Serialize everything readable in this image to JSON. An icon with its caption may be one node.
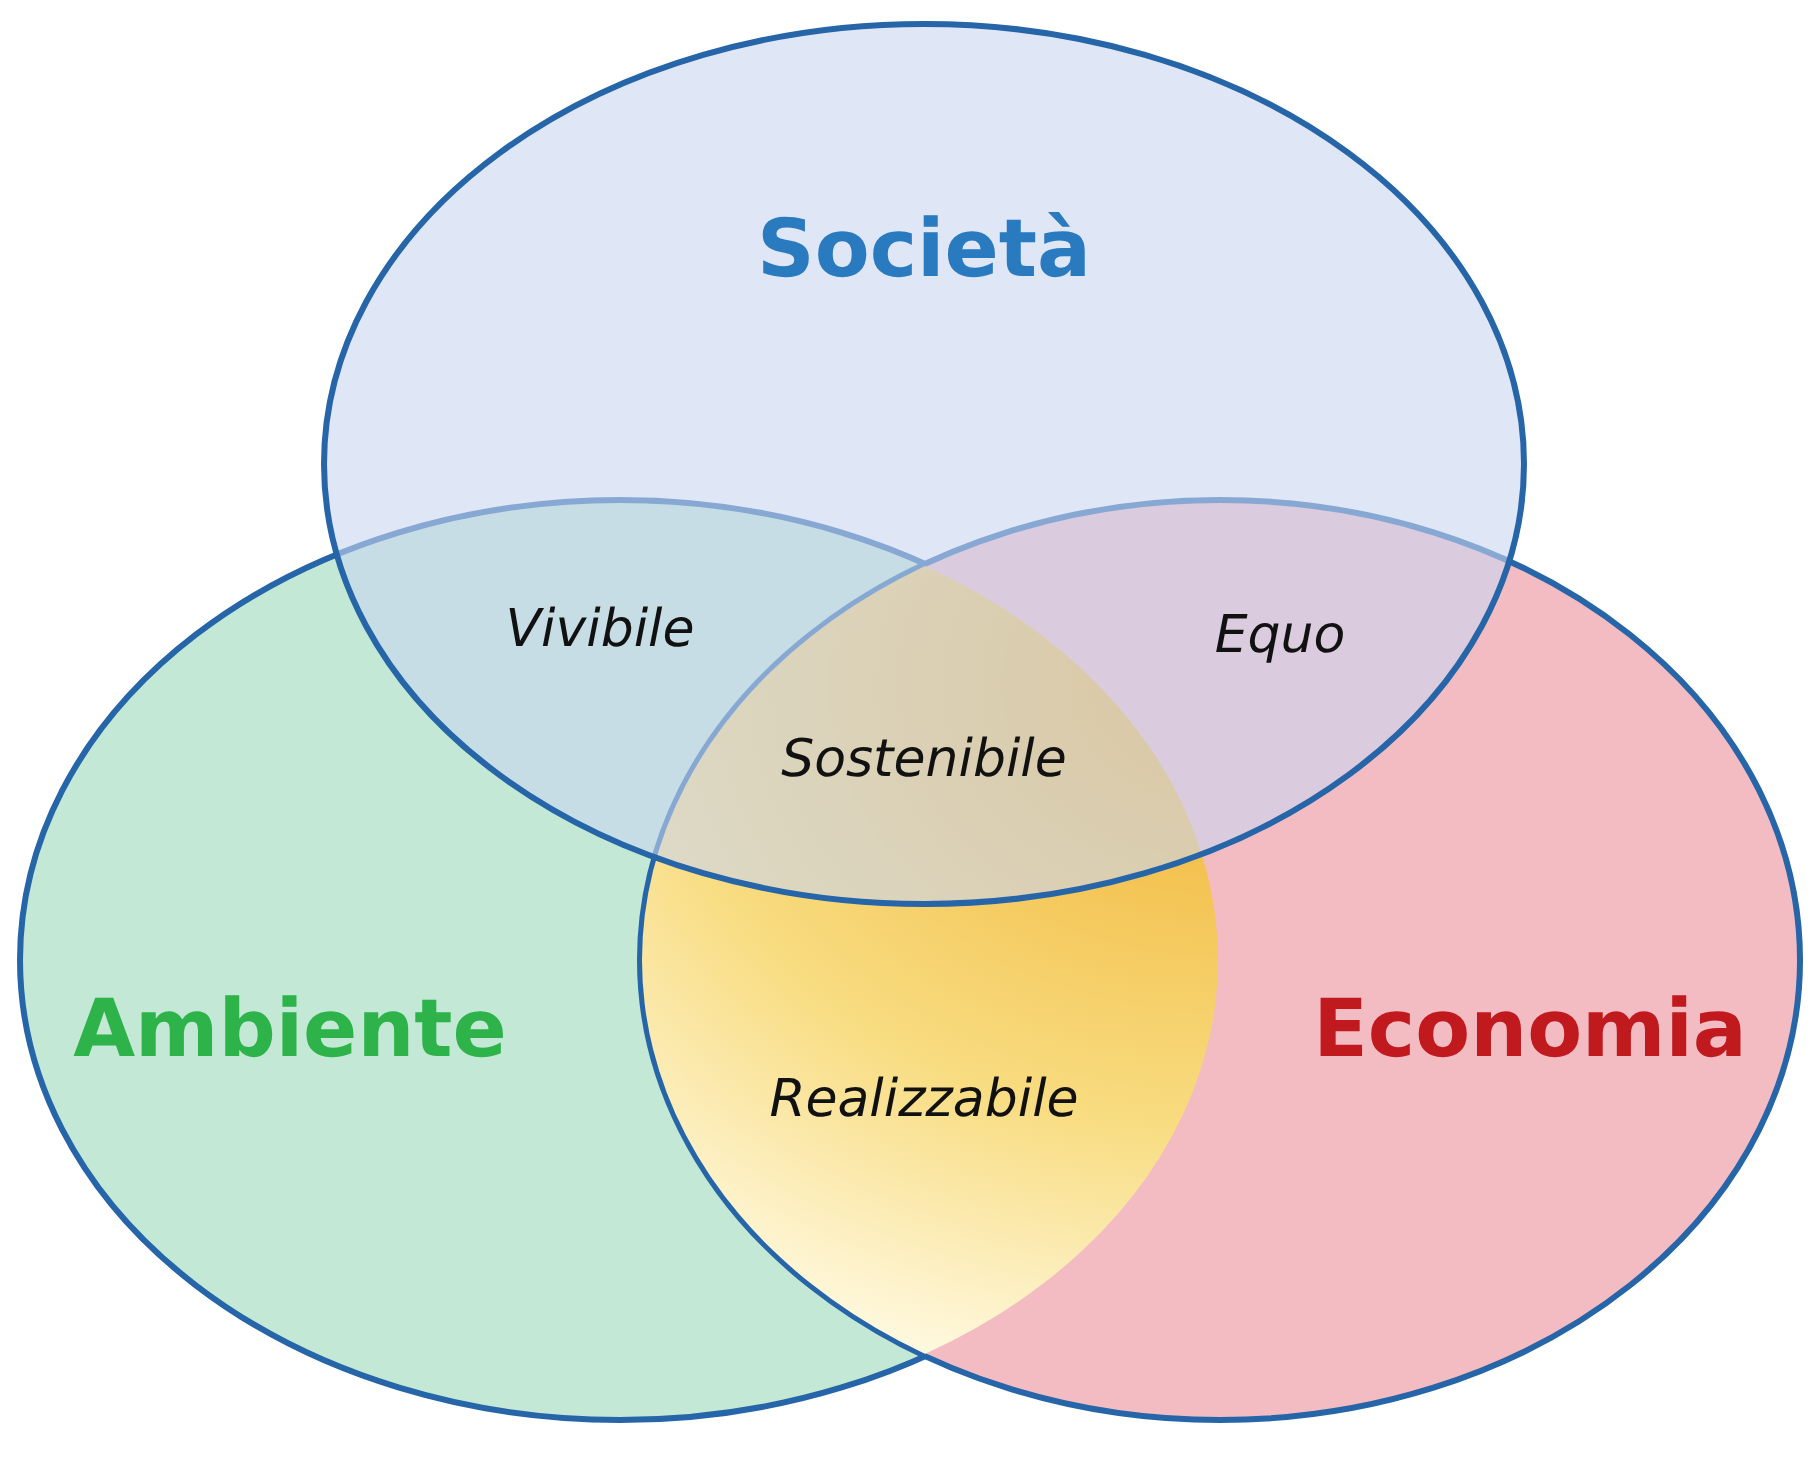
{
  "diagram": {
    "nodes": [
      {
        "text": [
          "Società"
        ]
      },
      {
        "text": [
          "Ambiente"
        ]
      },
      {
        "text": [
          "Economia"
        ]
      }
    ],
    "labels": [
      "Vivibile",
      "Equo",
      "Sostenibile",
      "Realizzabile"
    ]
  }
}
